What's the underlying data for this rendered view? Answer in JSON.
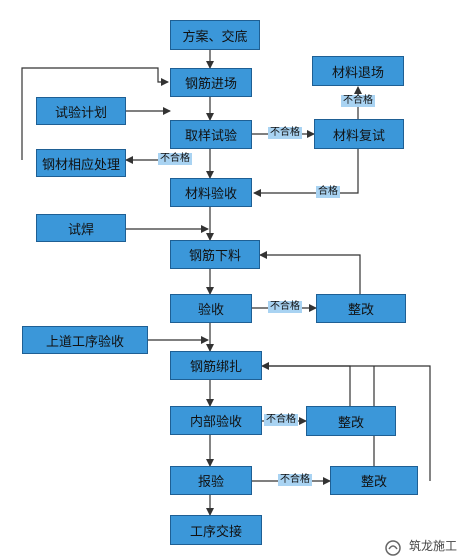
{
  "boxes": {
    "plan": "方案、交底",
    "rebar_entry": "钢筋进场",
    "material_return": "材料退场",
    "test_plan": "试验计划",
    "sampling_test": "取样试验",
    "material_retest": "材料复试",
    "rebar_handling": "钢材相应处理",
    "material_acceptance": "材料验收",
    "trial_weld": "试焊",
    "rebar_cutting": "钢筋下料",
    "acceptance_1": "验收",
    "rectify_1": "整改",
    "prev_process": "上道工序验收",
    "rebar_binding": "钢筋绑扎",
    "internal_acceptance": "内部验收",
    "rectify_2": "整改",
    "report_inspection": "报验",
    "rectify_3": "整改",
    "handover": "工序交接"
  },
  "labels": {
    "fail_1": "不合格",
    "fail_2": "不合格",
    "fail_3": "不合格",
    "pass_1": "合格",
    "fail_4": "不合格",
    "fail_5": "不合格",
    "fail_6": "不合格"
  },
  "watermark": "筑龙施工",
  "colors": {
    "box_fill": "#3b97d9",
    "box_border": "#1e5f94",
    "label_fill": "#a9d3f2",
    "line": "#333333"
  }
}
